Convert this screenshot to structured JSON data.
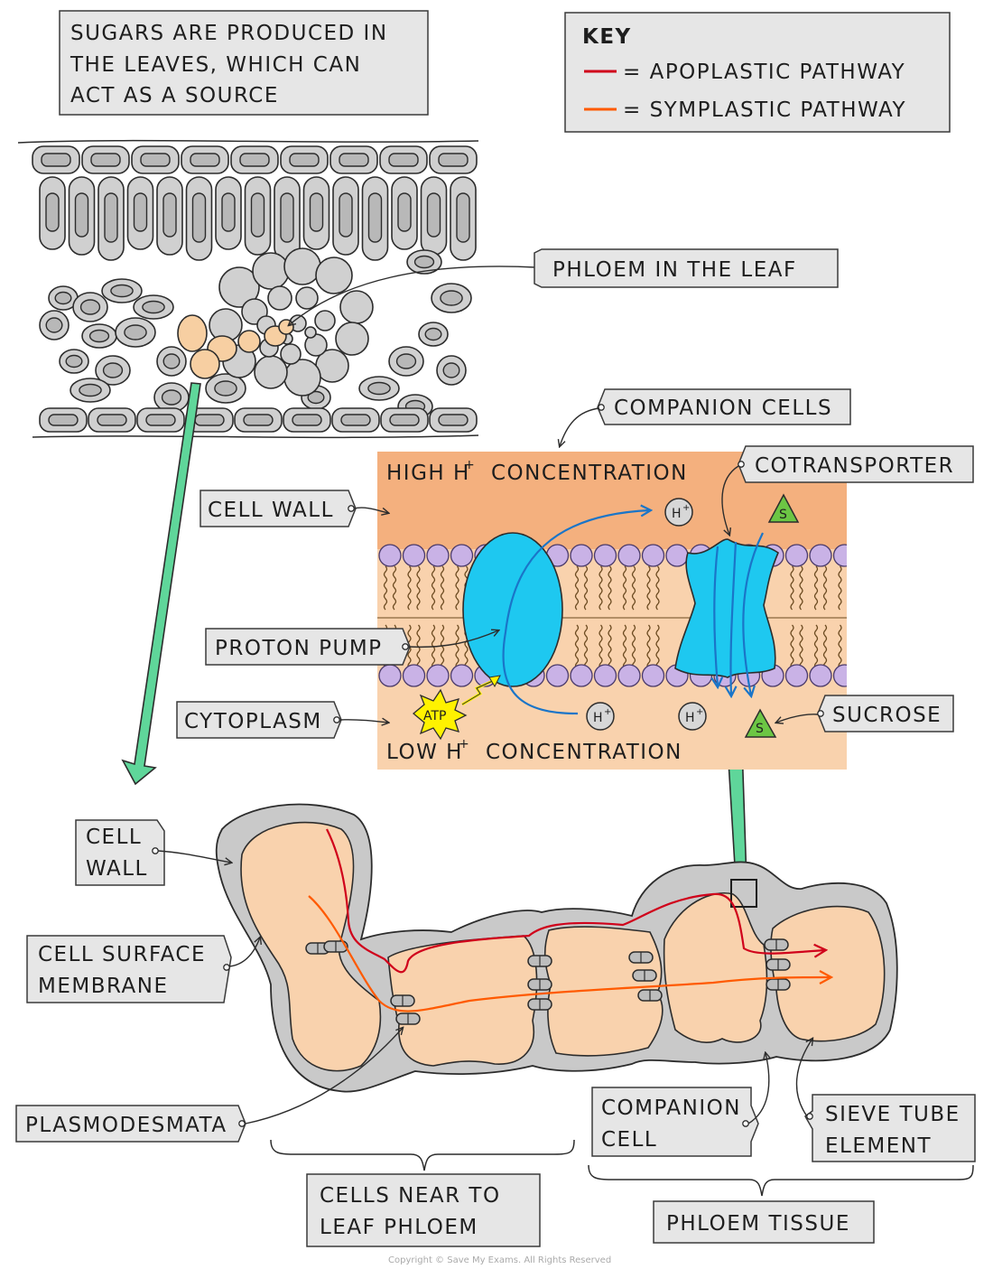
{
  "labels": {
    "source_note": [
      "SUGARS ARE PRODUCED IN",
      "THE LEAVES, WHICH CAN",
      "ACT AS A SOURCE"
    ],
    "key_title": "KEY",
    "key_apoplastic": "= APOPLASTIC PATHWAY",
    "key_symplastic": "= SYMPLASTIC PATHWAY",
    "phloem_in_leaf": "PHLOEM IN THE LEAF",
    "companion_cells": "COMPANION CELLS",
    "high_h": "HIGH H",
    "low_h": "LOW H",
    "concentration": "CONCENTRATION",
    "cotransporter": "COTRANSPORTER",
    "cell_wall_top": "CELL WALL",
    "proton_pump": "PROTON PUMP",
    "cytoplasm": "CYTOPLASM",
    "sucrose": "SUCROSE",
    "h_symbol": "H",
    "plus": "+",
    "s_symbol": "S",
    "atp": "ATP",
    "cell_wall_lower": [
      "CELL",
      "WALL"
    ],
    "cell_surface_membrane": [
      "CELL SURFACE",
      "MEMBRANE"
    ],
    "plasmodesmata": "PLASMODESMATA",
    "companion_cell": [
      "COMPANION",
      "CELL"
    ],
    "sieve_tube_element": [
      "SIEVE TUBE",
      "ELEMENT"
    ],
    "cells_near_phloem": [
      "CELLS NEAR TO",
      "LEAF PHLOEM"
    ],
    "phloem_tissue": "PHLOEM TISSUE"
  },
  "footer": "Copyright © Save My Exams. All Rights Reserved",
  "colors": {
    "apoplastic": "#d0021b",
    "symplastic": "#ff5a00",
    "green_arrow": "#5fd69a",
    "wall_orange": "#f4b07e",
    "cytoplasm_peach": "#f9d2ad",
    "protein_cyan": "#1ec8f0",
    "cell_grey": "#d0d0d0"
  }
}
